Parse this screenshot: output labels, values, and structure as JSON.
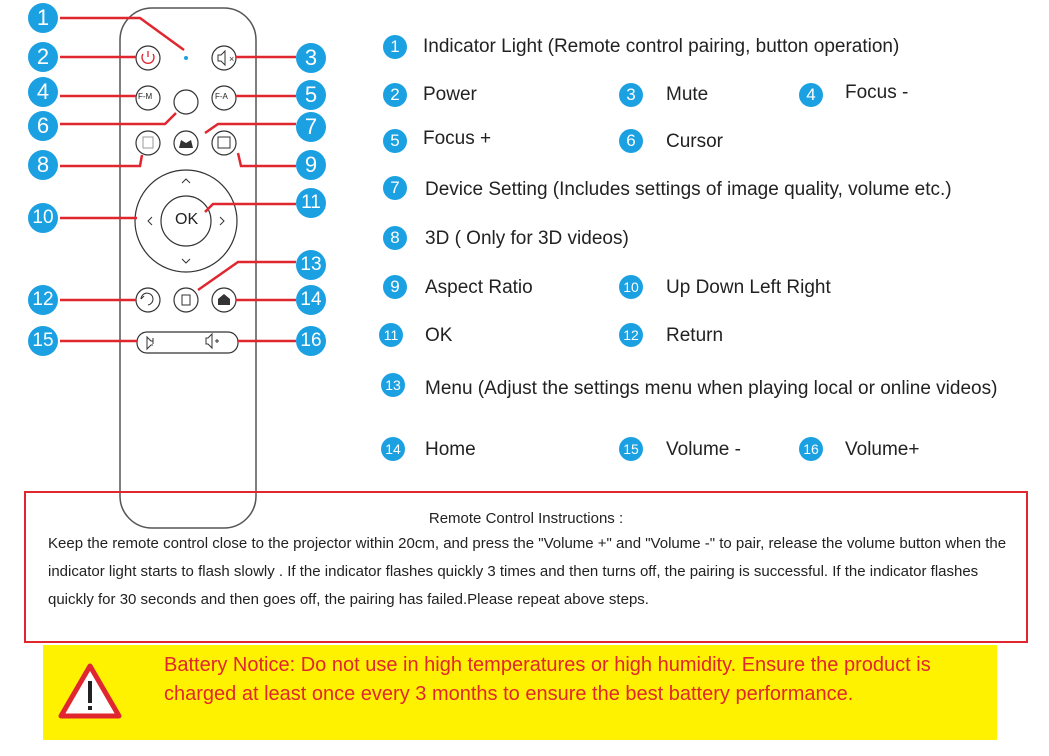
{
  "callouts": [
    "1",
    "2",
    "3",
    "4",
    "5",
    "6",
    "7",
    "8",
    "9",
    "10",
    "11",
    "12",
    "13",
    "14",
    "15",
    "16"
  ],
  "remote": {
    "ok_label": "OK",
    "fm_label": "F-M",
    "fa_label": "F-A"
  },
  "legend": [
    {
      "n": "1",
      "text": "Indicator Light (Remote control pairing, button operation)"
    },
    {
      "n": "2",
      "text": "Power"
    },
    {
      "n": "3",
      "text": "Mute"
    },
    {
      "n": "4",
      "text": "Focus -"
    },
    {
      "n": "5",
      "text": "Focus +"
    },
    {
      "n": "6",
      "text": "Cursor"
    },
    {
      "n": "7",
      "text": "Device Setting (Includes settings of image quality, volume etc.)"
    },
    {
      "n": "8",
      "text": "3D ( Only for 3D videos)"
    },
    {
      "n": "9",
      "text": "Aspect Ratio"
    },
    {
      "n": "10",
      "text": "Up Down Left Right"
    },
    {
      "n": "11",
      "text": "OK"
    },
    {
      "n": "12",
      "text": "Return"
    },
    {
      "n": "13",
      "text": "Menu (Adjust the settings menu when playing local or online videos)"
    },
    {
      "n": "14",
      "text": "Home"
    },
    {
      "n": "15",
      "text": "Volume -"
    },
    {
      "n": "16",
      "text": "Volume+"
    }
  ],
  "instructions": {
    "title": "Remote Control Instructions :",
    "body": "Keep the remote control close to the projector within 20cm, and press the \"Volume +\" and \"Volume -\" to pair, release the volume button when the indicator light starts to flash slowly . If the indicator flashes quickly 3 times and then turns off, the pairing is successful. If the indicator flashes quickly for 30 seconds and then goes off, the pairing has failed.Please repeat above steps."
  },
  "notice": {
    "text": "Battery Notice: Do not use in high temperatures or high humidity. Ensure the product is charged at least once every 3 months to ensure the best battery performance."
  },
  "colors": {
    "badge": "#1ba1e2",
    "line": "#e0262e",
    "notice_bg": "#fff200"
  }
}
